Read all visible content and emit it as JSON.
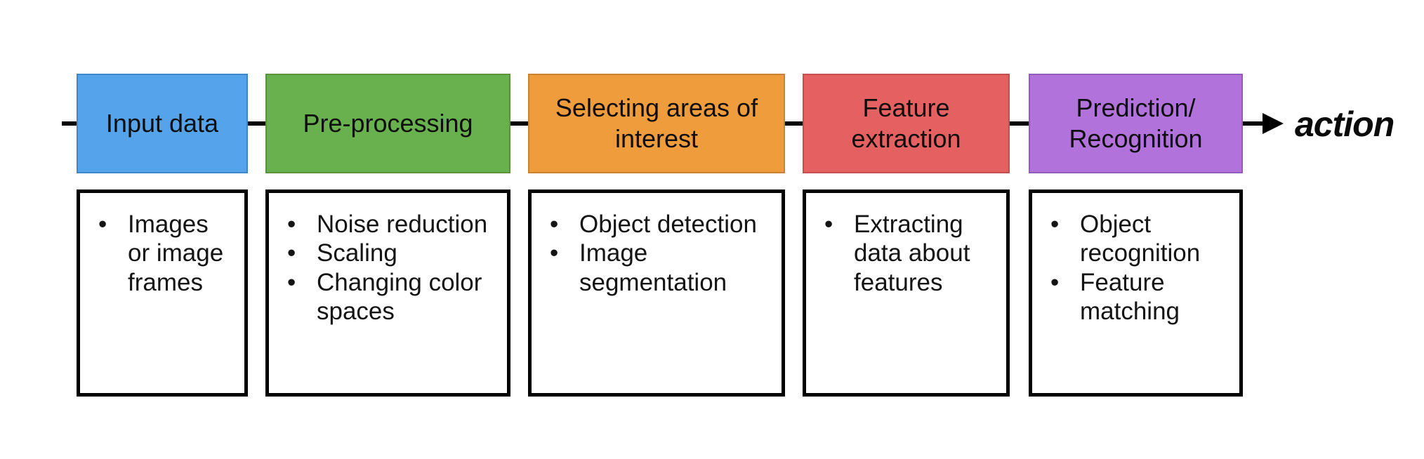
{
  "diagram": {
    "title": "computer-vision-pipeline",
    "line_color": "#000000",
    "action_label": "action",
    "stages": [
      {
        "label": "Input data",
        "color": "#55A4EB",
        "border_color": "#3E87C9",
        "items": [
          "Images or image frames"
        ]
      },
      {
        "label": "Pre-processing",
        "color": "#69B04E",
        "border_color": "#55963C",
        "items": [
          "Noise reduction",
          "Scaling",
          "Changing color spaces"
        ]
      },
      {
        "label": "Selecting areas of\ninterest",
        "color": "#EE9C3C",
        "border_color": "#CC8330",
        "items": [
          "Object detection",
          "Image segmentation"
        ]
      },
      {
        "label": "Feature\nextraction",
        "color": "#E56161",
        "border_color": "#C44F4F",
        "items": [
          "Extracting data about features"
        ]
      },
      {
        "label": "Prediction/\nRecognition",
        "color": "#B173DB",
        "border_color": "#9459BD",
        "items": [
          "Object recognition",
          "Feature matching"
        ]
      }
    ]
  }
}
